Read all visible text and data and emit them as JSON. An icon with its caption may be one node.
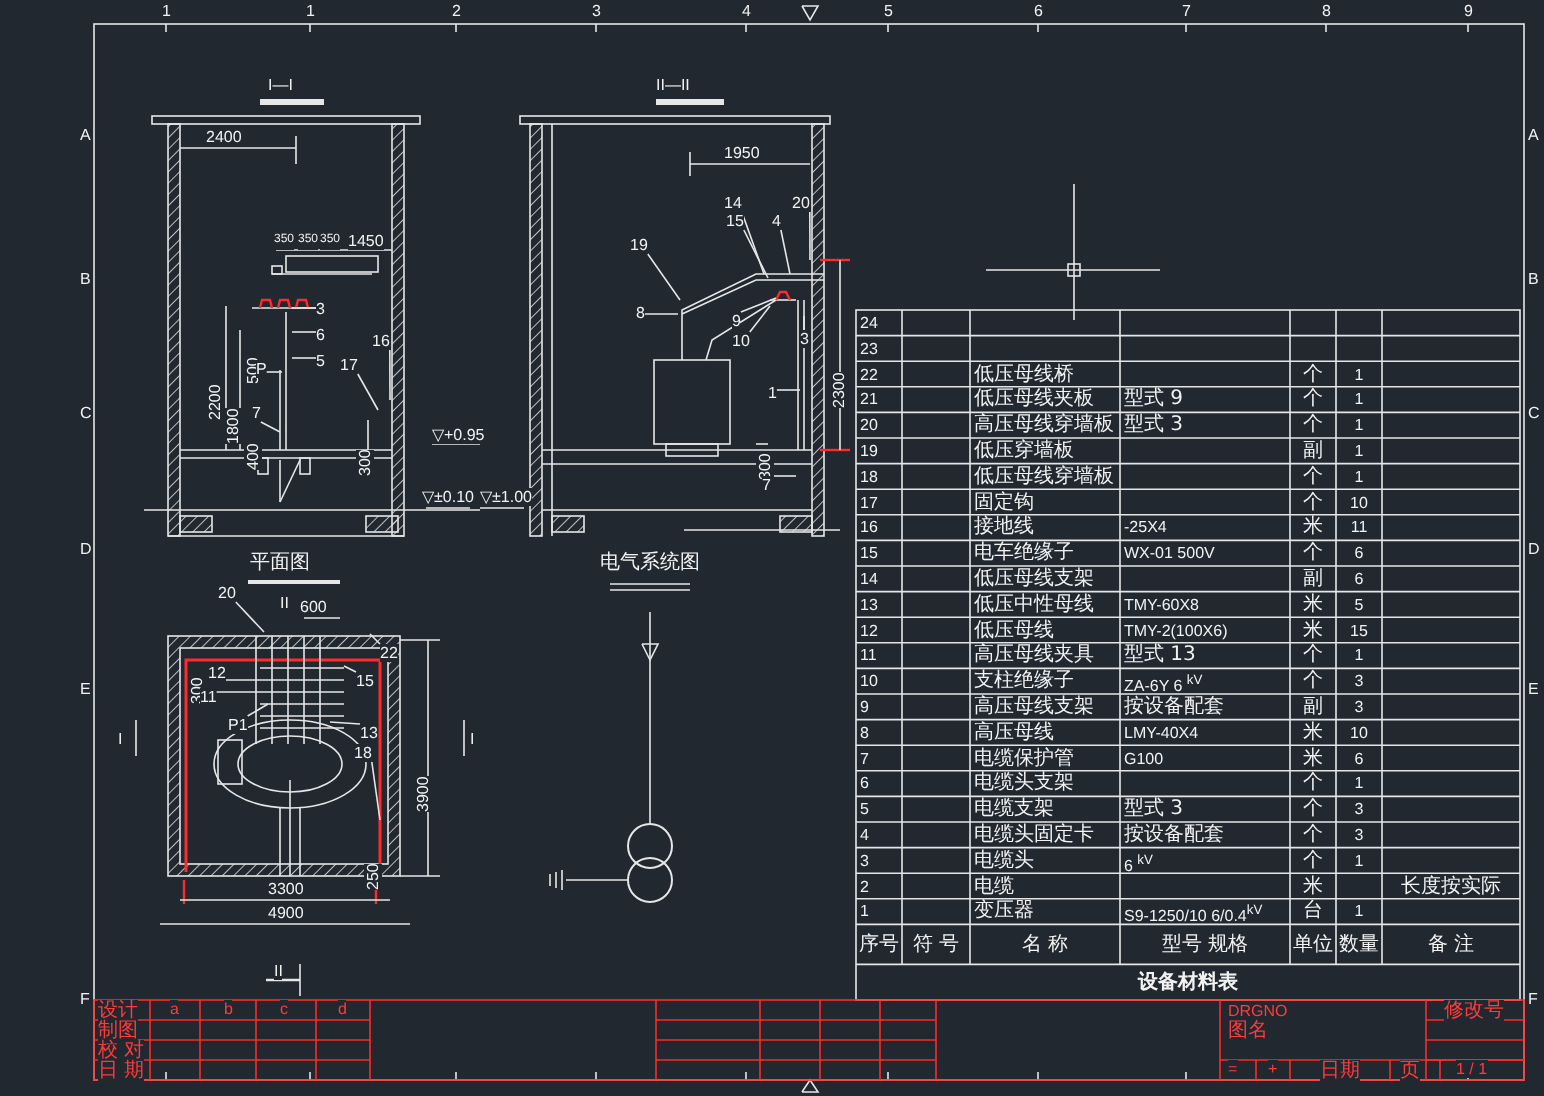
{
  "diagram": {
    "nodes": [
      {
        "text": [
          "3"
        ]
      },
      {
        "text": [
          "6"
        ]
      },
      {
        "text": [
          "5"
        ]
      },
      {
        "text": [
          "P"
        ]
      },
      {
        "text": [
          "7"
        ]
      },
      {
        "text": [
          "16"
        ]
      },
      {
        "text": [
          "17"
        ]
      },
      {
        "text": [
          "19"
        ]
      },
      {
        "text": [
          "8"
        ]
      },
      {
        "text": [
          "14"
        ]
      },
      {
        "text": [
          "15"
        ]
      },
      {
        "text": [
          "4"
        ]
      },
      {
        "text": [
          "20"
        ]
      },
      {
        "text": [
          "9"
        ]
      },
      {
        "text": [
          "10"
        ]
      },
      {
        "text": [
          "3"
        ]
      },
      {
        "text": [
          "1"
        ]
      },
      {
        "text": [
          "7"
        ]
      },
      {
        "text": [
          "20"
        ]
      },
      {
        "text": [
          "12"
        ]
      },
      {
        "text": [
          "11"
        ]
      },
      {
        "text": [
          "P1"
        ]
      },
      {
        "text": [
          "13"
        ]
      },
      {
        "text": [
          "15"
        ]
      },
      {
        "text": [
          "22"
        ]
      },
      {
        "text": [
          "18"
        ]
      }
    ],
    "edges": [
      {
        "from": 0,
        "to": null,
        "arrow": "none"
      },
      {
        "from": 1,
        "to": null,
        "arrow": "none"
      },
      {
        "from": 2,
        "to": null,
        "arrow": "none"
      },
      {
        "from": 3,
        "to": null,
        "arrow": "none"
      },
      {
        "from": 4,
        "to": null,
        "arrow": "none"
      },
      {
        "from": 5,
        "to": null,
        "arrow": "none"
      },
      {
        "from": 6,
        "to": null,
        "arrow": "none"
      },
      {
        "from": 7,
        "to": null,
        "arrow": "none"
      },
      {
        "from": 8,
        "to": null,
        "arrow": "none"
      },
      {
        "from": 9,
        "to": null,
        "arrow": "none"
      },
      {
        "from": 10,
        "to": null,
        "arrow": "none"
      },
      {
        "from": 11,
        "to": null,
        "arrow": "none"
      },
      {
        "from": 12,
        "to": null,
        "arrow": "none"
      },
      {
        "from": 13,
        "to": null,
        "arrow": "none"
      },
      {
        "from": 14,
        "to": null,
        "arrow": "none"
      },
      {
        "from": 15,
        "to": null,
        "arrow": "none"
      },
      {
        "from": 16,
        "to": null,
        "arrow": "none"
      },
      {
        "from": 17,
        "to": null,
        "arrow": "none"
      },
      {
        "from": 18,
        "to": null,
        "arrow": "none"
      },
      {
        "from": 19,
        "to": null,
        "arrow": "none"
      },
      {
        "from": 20,
        "to": null,
        "arrow": "none"
      },
      {
        "from": 21,
        "to": null,
        "arrow": "none"
      },
      {
        "from": 22,
        "to": null,
        "arrow": "none"
      },
      {
        "from": 23,
        "to": null,
        "arrow": "none"
      },
      {
        "from": 24,
        "to": null,
        "arrow": "none"
      },
      {
        "from": 25,
        "to": null,
        "arrow": "none"
      }
    ],
    "labels": [
      "1",
      "1",
      "2",
      "3",
      "4",
      "5",
      "6",
      "7",
      "8",
      "9",
      "A",
      "B",
      "C",
      "D",
      "E",
      "F",
      "A",
      "B",
      "C",
      "D",
      "E",
      "F",
      "I—I",
      "II—II",
      "2400",
      "350",
      "350",
      "350",
      "1450",
      "2200",
      "500",
      "1800",
      "400",
      "300",
      "▽+0.95",
      "▽±0.10",
      "▽±1.00",
      "1950",
      "2300",
      "300",
      "平面图",
      "电气系统图",
      "II",
      "600",
      "300",
      "I",
      "I",
      "3900",
      "250",
      "3300",
      "4900",
      "II",
      "24",
      "23",
      "22",
      "低压母线桥",
      "个",
      "1",
      "21",
      "低压母线夹板",
      "型式 9",
      "个",
      "1",
      "20",
      "高压母线穿墙板",
      "型式 3",
      "个",
      "1",
      "19",
      "低压穿墙板",
      "副",
      "1",
      "18",
      "低压母线穿墙板",
      "个",
      "1",
      "17",
      "固定钩",
      "个",
      "10",
      "16",
      "接地线",
      "-25X4",
      "米",
      "11",
      "15",
      "电车绝缘子",
      "WX-01 500V",
      "个",
      "6",
      "14",
      "低压母线支架",
      "副",
      "6",
      "13",
      "低压中性母线",
      "TMY-60X8",
      "米",
      "5",
      "12",
      "低压母线",
      "TMY-2(100X6)",
      "米",
      "15",
      "11",
      "高压母线夹具",
      "型式 13",
      "个",
      "1",
      "10",
      "支柱绝缘子",
      "ZA-6Y 6 $^{kV}$",
      "个",
      "3",
      "9",
      "高压母线支架",
      "按设备配套",
      "副",
      "3",
      "8",
      "高压母线",
      "LMY-40X4",
      "米",
      "10",
      "7",
      "电缆保护管",
      "G100",
      "米",
      "6",
      "6",
      "电缆头支架",
      "个",
      "1",
      "5",
      "电缆支架",
      "型式 3",
      "个",
      "3",
      "4",
      "电缆头固定卡",
      "按设备配套",
      "个",
      "3",
      "3",
      "电缆头",
      "6 $^{kV}$",
      "个",
      "1",
      "2",
      "电缆",
      "米",
      "长度按实际",
      "1",
      "变压器",
      "S9-1250/10 6/0.4$^{kV}$",
      "台",
      "1",
      "序号",
      "符 号",
      "名 称",
      "型号 规格",
      "单位",
      "数量",
      "备 注",
      "设备材料表",
      "设计",
      "制图",
      "校 对",
      "日 期",
      "a",
      "b",
      "c",
      "d",
      "DRGNO",
      "图名",
      "=",
      "+",
      "日期",
      "页",
      "1 / 1",
      "修改号"
    ]
  }
}
